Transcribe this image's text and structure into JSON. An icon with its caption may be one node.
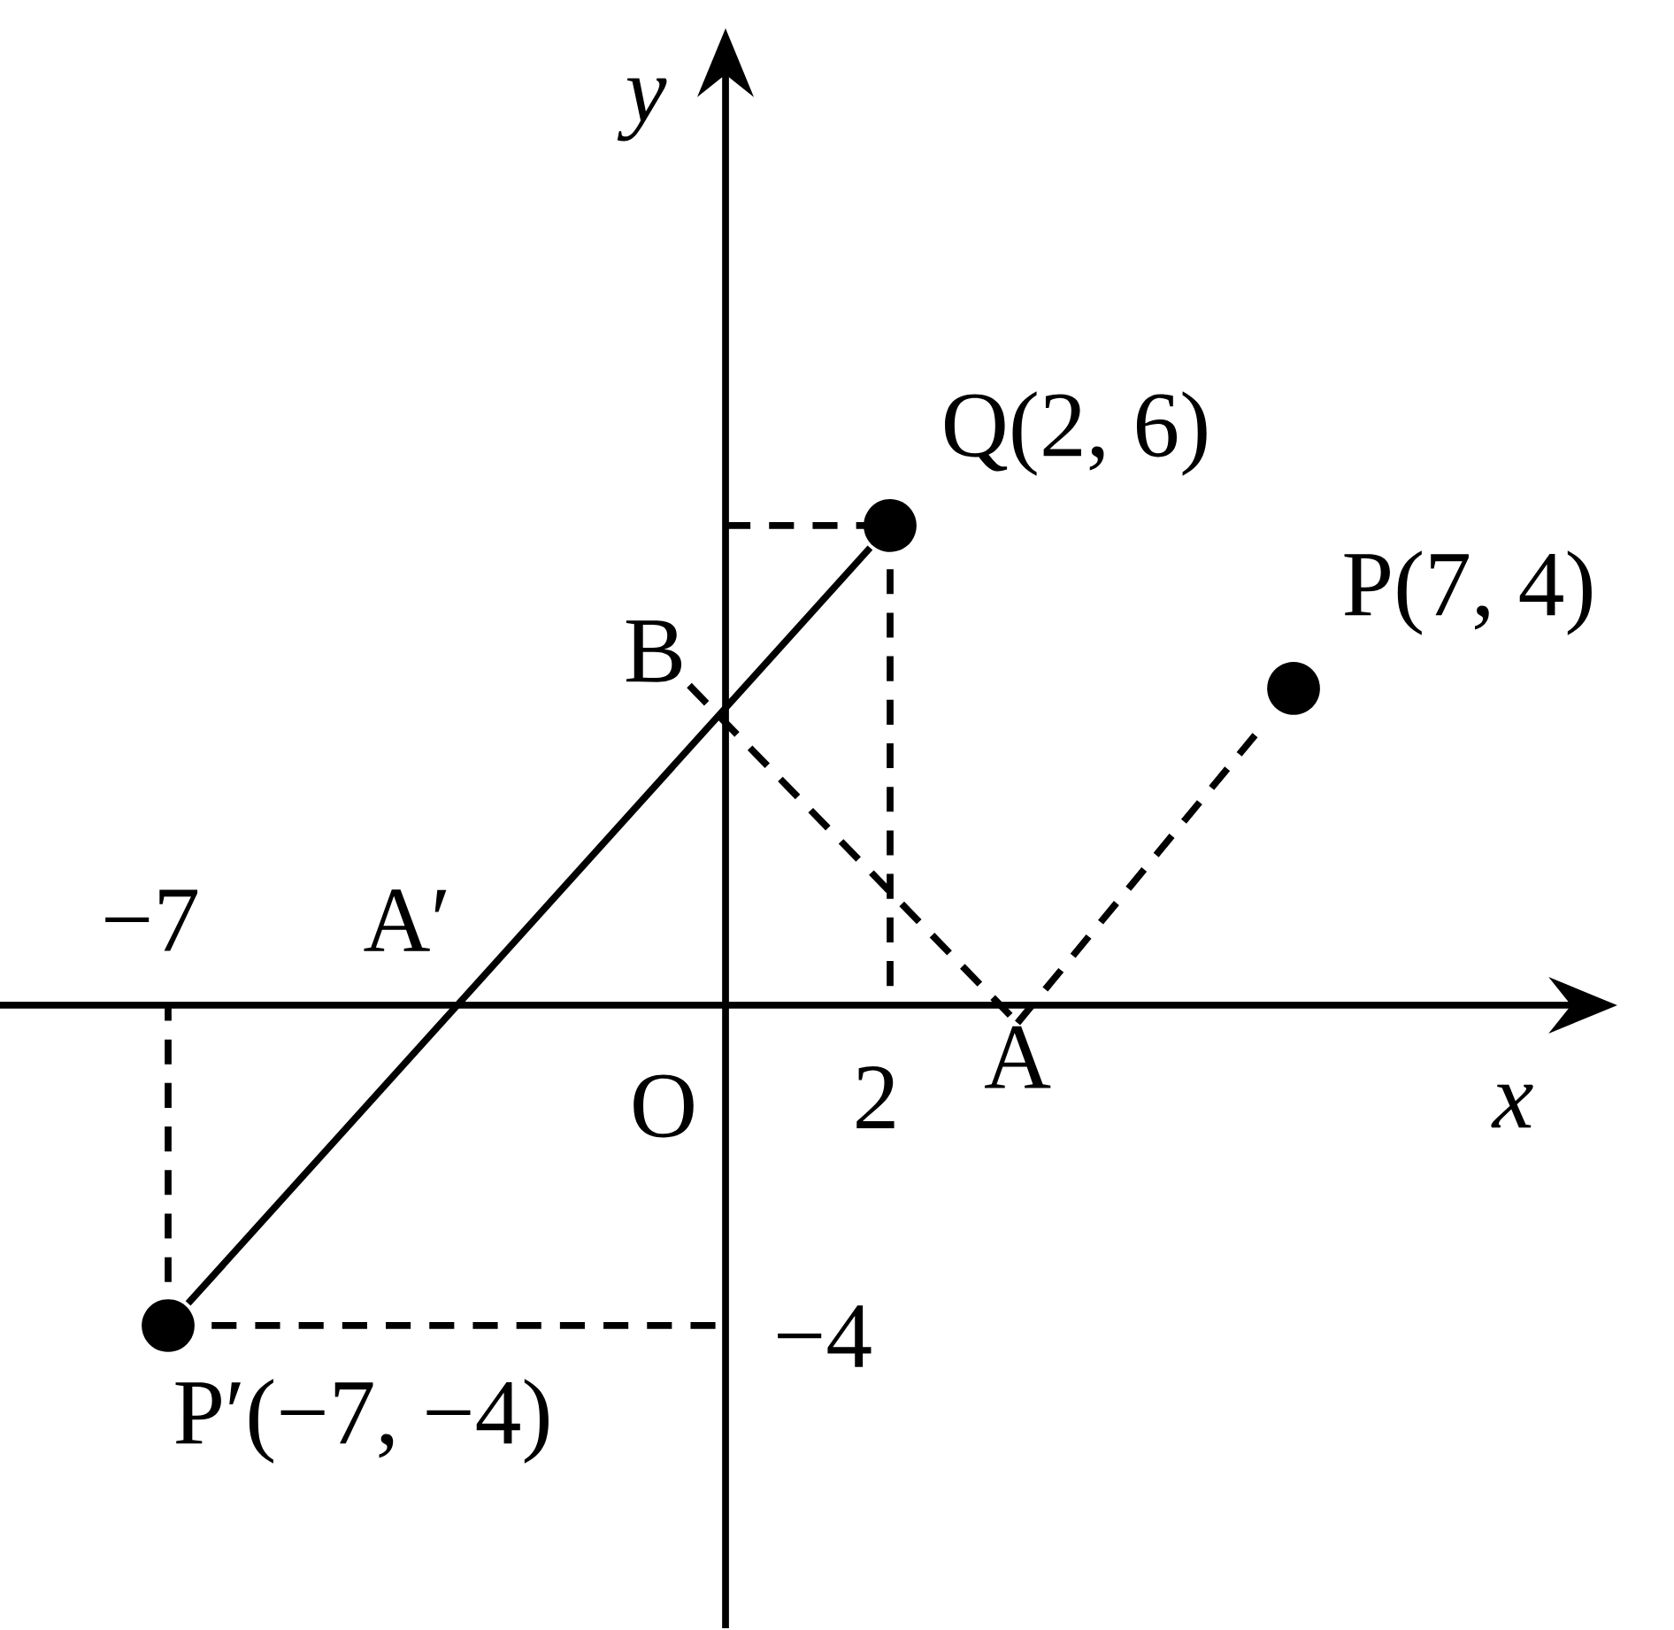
{
  "diagram": {
    "nodes": [
      {
        "text": [],
        "shape": "circle",
        "beside": [
          "Q(2, 6)"
        ]
      },
      {
        "text": [],
        "shape": "circle",
        "beside": [
          "P(7, 4)"
        ]
      },
      {
        "text": [],
        "shape": "circle",
        "beside": [
          "P′(−7, −4)"
        ]
      },
      {
        "text": [
          "B"
        ]
      },
      {
        "text": [
          "A"
        ]
      }
    ],
    "edges": [
      {
        "from": 2,
        "to": 0,
        "arrow": "none"
      },
      {
        "from": 3,
        "to": 4,
        "arrow": "none",
        "style": "dashed"
      },
      {
        "from": 4,
        "to": 1,
        "arrow": "none",
        "style": "dashed"
      }
    ],
    "labels": [
      "y",
      "−7",
      "A′",
      "O",
      "2",
      "x",
      "−4"
    ]
  }
}
